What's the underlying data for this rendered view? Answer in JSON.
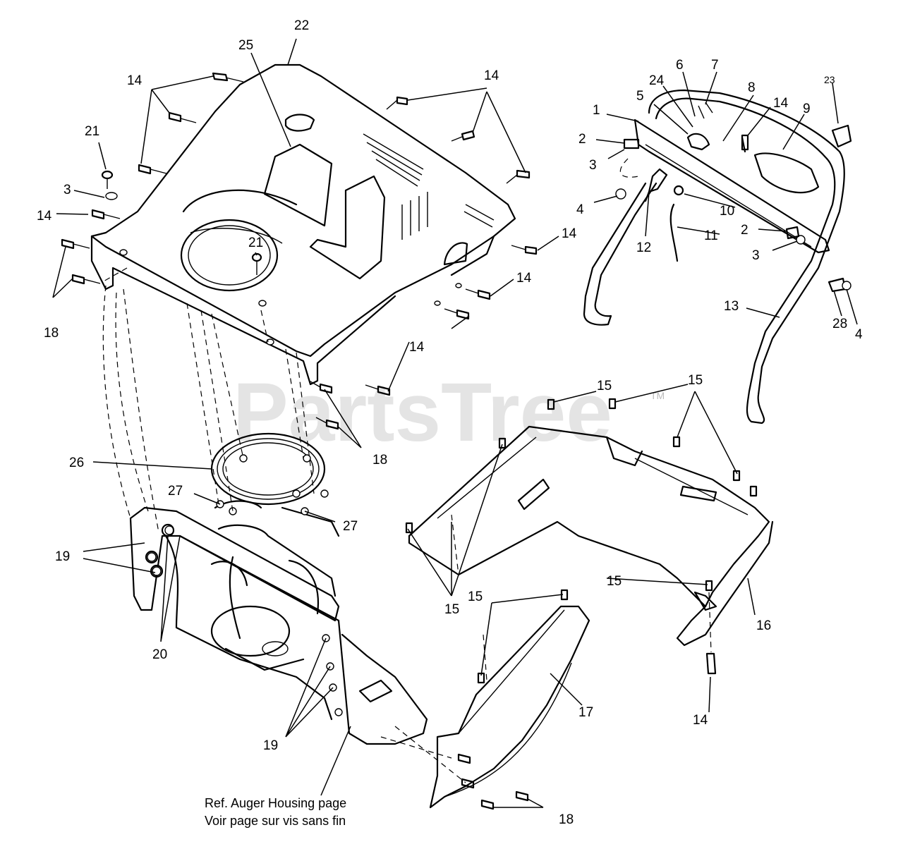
{
  "watermark": {
    "text": "PartsTree",
    "tm": "TM"
  },
  "reference_note": {
    "line1": "Ref. Auger Housing page",
    "line2": "Voir page sur vis sans fin"
  },
  "callouts": {
    "c1": "1",
    "c2a": "2",
    "c2b": "2",
    "c3a": "3",
    "c3b": "3",
    "c3c": "3",
    "c4a": "4",
    "c4b": "4",
    "c5": "5",
    "c6": "6",
    "c7": "7",
    "c8": "8",
    "c9": "9",
    "c10": "10",
    "c11": "11",
    "c12": "12",
    "c13": "13",
    "c14a": "14",
    "c14b": "14",
    "c14c": "14",
    "c14d": "14",
    "c14e": "14",
    "c14f": "14",
    "c14g": "14",
    "c14h": "14",
    "c15a": "15",
    "c15b": "15",
    "c15c": "15",
    "c15d": "15",
    "c15e": "15",
    "c16": "16",
    "c17": "17",
    "c18a": "18",
    "c18b": "18",
    "c18c": "18",
    "c19a": "19",
    "c19b": "19",
    "c20": "20",
    "c21a": "21",
    "c21b": "21",
    "c22": "22",
    "c23": "23",
    "c24": "24",
    "c25": "25",
    "c26": "26",
    "c27a": "27",
    "c27b": "27",
    "c28": "28"
  }
}
